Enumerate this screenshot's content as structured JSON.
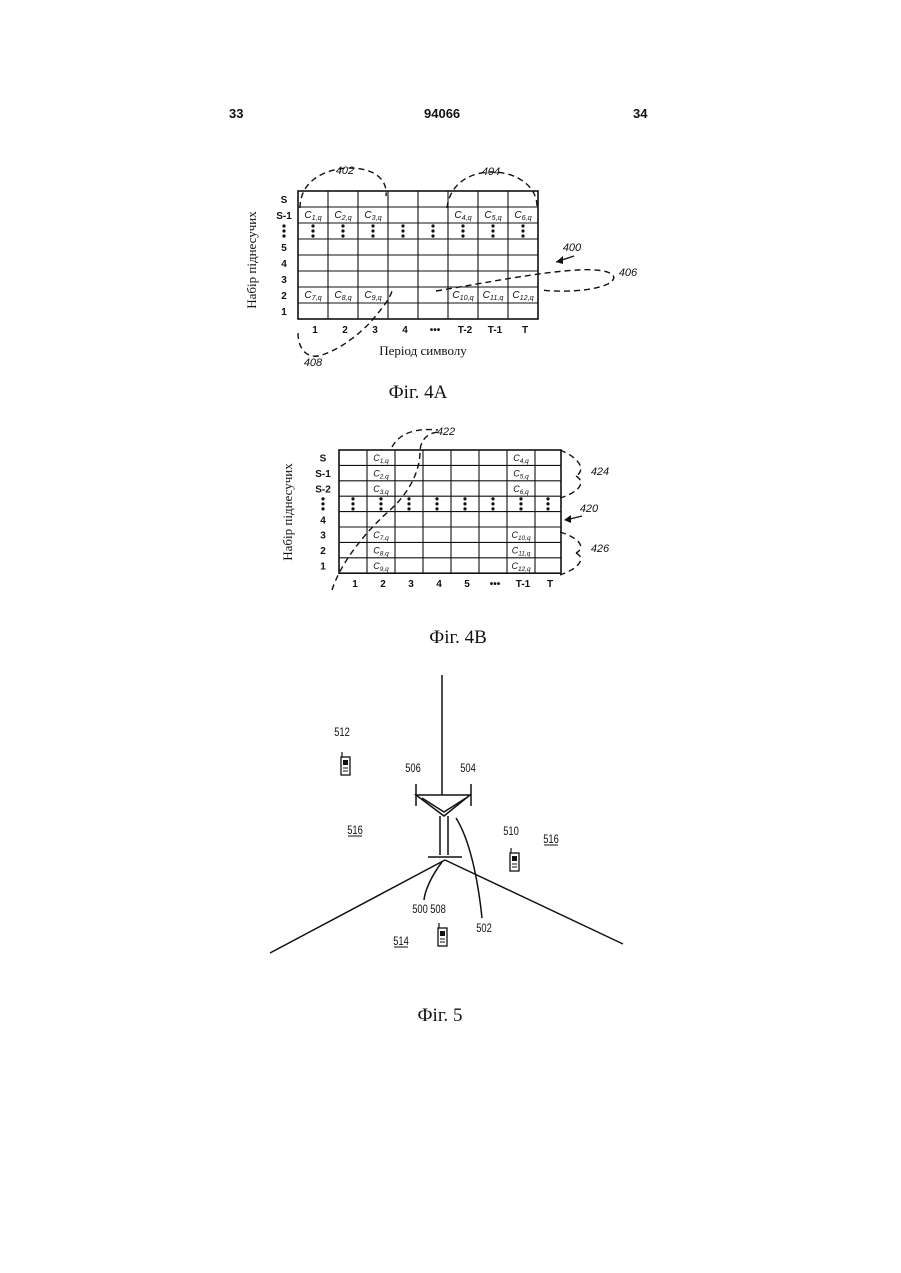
{
  "header": {
    "left_page": "33",
    "patent_number": "94066",
    "right_page": "34"
  },
  "fig4a": {
    "caption": "Фіг. 4А",
    "y_axis_label": "Набір піднесучих",
    "x_axis_label": "Період символу",
    "rows": [
      "S",
      "S-1",
      "⋮",
      "5",
      "4",
      "3",
      "2",
      "1"
    ],
    "cols": [
      "1",
      "2",
      "3",
      "4",
      "•••",
      "T-2",
      "T-1",
      "T"
    ],
    "row_s1_cells": [
      "C1,q",
      "C2,q",
      "C3,q",
      "",
      "",
      "C4,q",
      "C5,q",
      "C6,q"
    ],
    "row_2_cells": [
      "C7,q",
      "C8,q",
      "C9,q",
      "",
      "",
      "C10,q",
      "C11,q",
      "C12,q"
    ],
    "refs": {
      "block_left": "402",
      "block_right": "404",
      "grid": "400",
      "row_line": "406",
      "col_line": "408"
    }
  },
  "fig4b": {
    "caption": "Фіг. 4В",
    "y_axis_label": "Набір піднесучих",
    "rows": [
      "S",
      "S-1",
      "S-2",
      "⋮",
      "4",
      "3",
      "2",
      "1"
    ],
    "cols": [
      "1",
      "2",
      "3",
      "4",
      "5",
      "•••",
      "T-1",
      "T"
    ],
    "col2_top": [
      "C1,q",
      "C2,q",
      "C3,q"
    ],
    "col7_top": [
      "C4,q",
      "C5,q",
      "C6,q"
    ],
    "col2_bottom": [
      "C7,q",
      "C8,q",
      "C9,q"
    ],
    "col7_bottom": [
      "C10,q",
      "C11,q",
      "C12,q"
    ],
    "refs": {
      "col_line": "422",
      "top_brace": "424",
      "grid": "420",
      "bottom_brace": "426"
    }
  },
  "fig5": {
    "caption": "Фіг. 5",
    "refs": {
      "r512": "512",
      "r506": "506",
      "r504": "504",
      "r516_left": "516",
      "r510": "510",
      "r516_right": "516",
      "r500": "500",
      "r508": "508",
      "r502": "502",
      "r514": "514"
    }
  }
}
